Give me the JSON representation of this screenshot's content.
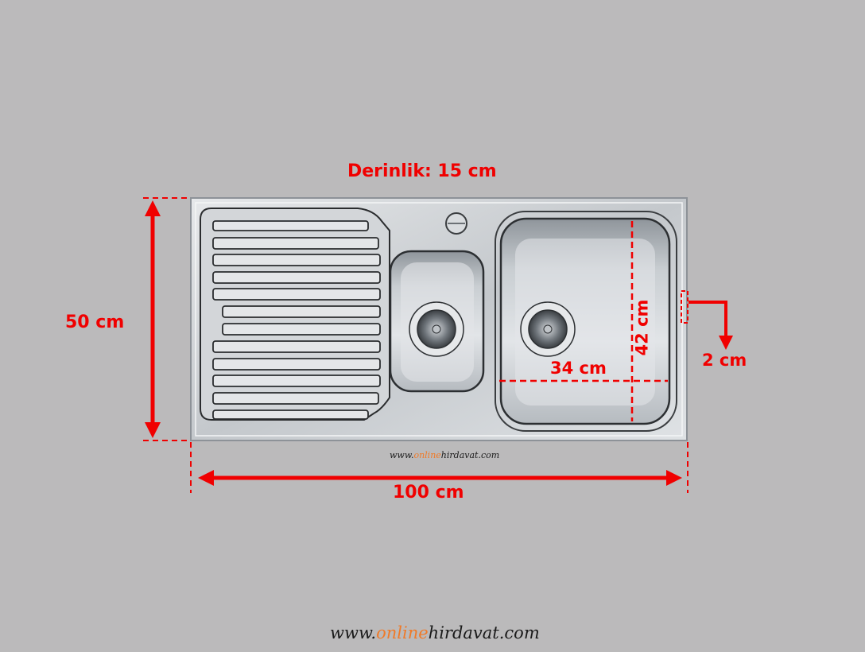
{
  "diagram": {
    "subject": "double-bowl stainless steel kitchen sink with drainboard",
    "colors": {
      "background": "#bbbabb",
      "dimension_red": "#f00000",
      "watermark_orange": "#f07a28",
      "watermark_dark": "#1a1a1a",
      "steel": "#c9cdd1"
    },
    "dimensions": {
      "depth_label": "Derinlik: 15 cm",
      "height_label": "50 cm",
      "width_label": "100 cm",
      "bowl_width_label": "34 cm",
      "bowl_length_label": "42 cm",
      "rim_label": "2 cm"
    },
    "watermark": {
      "prefix": "www.",
      "highlight": "online",
      "suffix": "hirdavat.com"
    },
    "footer": {
      "prefix": "www.",
      "highlight": "online",
      "suffix": "hirdavat.com"
    }
  }
}
